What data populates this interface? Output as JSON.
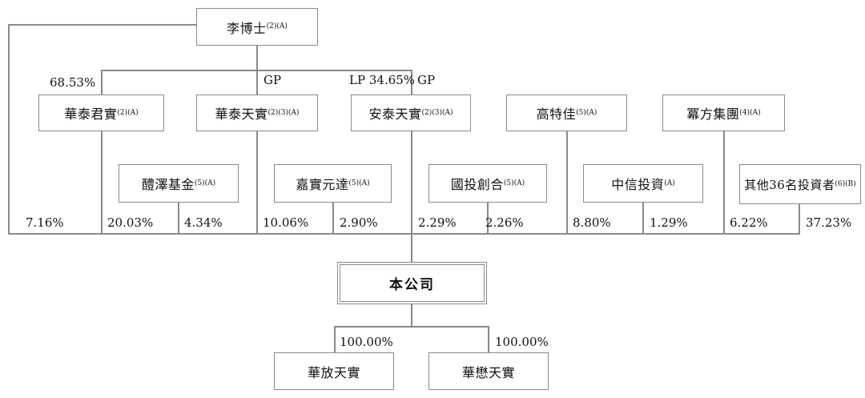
{
  "diagram": {
    "type": "shareholding-structure-chart",
    "background": "#ffffff",
    "line_color": "#8a8a8a",
    "border_color": "#8a8a8a",
    "text_color": "#111111"
  },
  "nodes": {
    "li_boshi": {
      "label": "李博士",
      "sup": "(2)(A)"
    },
    "huatai_junshi": {
      "label": "華泰君實",
      "sup": "(2)(A)"
    },
    "huatai_tianshi": {
      "label": "華泰天實",
      "sup": "(2)(3)(A)"
    },
    "antai_tianshi": {
      "label": "安泰天實",
      "sup": "(2)(3)(A)"
    },
    "gaoteja": {
      "label": "高特佳",
      "sup": "(5)(A)"
    },
    "mifang_jituan": {
      "label": "冪方集團",
      "sup": "(4)(A)"
    },
    "lize_jijin": {
      "label": "醴澤基金",
      "sup": "(5)(A)"
    },
    "jiashi_yuanda": {
      "label": "嘉實元達",
      "sup": "(5)(A)"
    },
    "guotou_chuanghe": {
      "label": "國投創合",
      "sup": "(5)(A)"
    },
    "zhongxin_touzi": {
      "label": "中信投資",
      "sup": "(A)"
    },
    "other_investors": {
      "label": "其他36名投資者",
      "sup": "(6)(B)"
    },
    "company": {
      "label": "本公司",
      "sup": ""
    },
    "huafang_tianshi": {
      "label": "華放天實",
      "sup": ""
    },
    "huamao_tianshi": {
      "label": "華懋天實",
      "sup": ""
    }
  },
  "labels": {
    "pct_li_junshi": "68.53%",
    "gp_tianshi": "GP",
    "lp_antai": "LP 34.65%",
    "gp_antai": "GP",
    "pct_li": "7.16%",
    "pct_junshi": "20.03%",
    "pct_lize": "4.34%",
    "pct_tianshi": "10.06%",
    "pct_jiashi": "2.90%",
    "pct_antai": "2.29%",
    "pct_guotou": "2.26%",
    "pct_gaoteja": "8.80%",
    "pct_zhongxin": "1.29%",
    "pct_mifang": "6.22%",
    "pct_other": "37.23%",
    "pct_huafang": "100.00%",
    "pct_huamao": "100.00%"
  }
}
